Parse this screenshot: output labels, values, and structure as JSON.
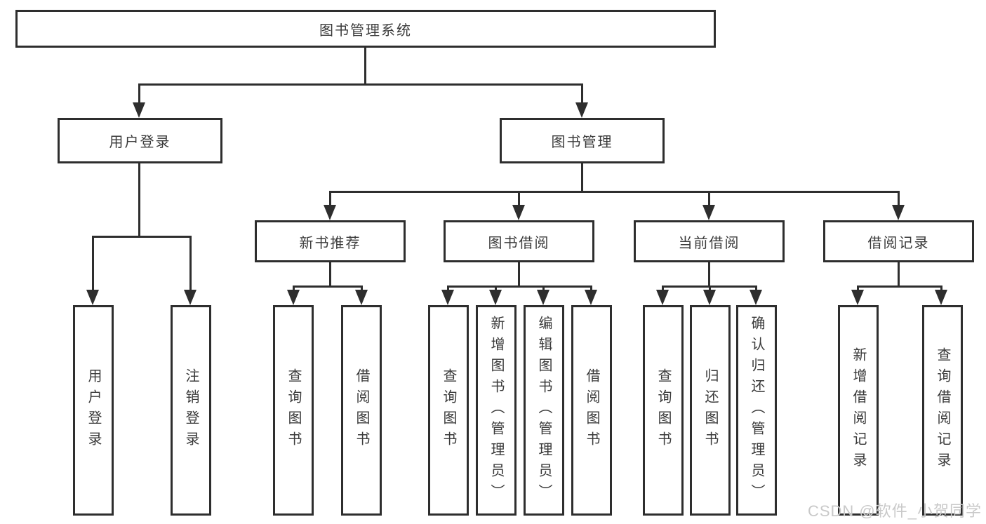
{
  "root": {
    "label": "图书管理系统"
  },
  "level2": [
    "用户登录",
    "图书管理"
  ],
  "level3": [
    "新书推荐",
    "图书借阅",
    "当前借阅",
    "借阅记录"
  ],
  "leaves": {
    "user_login": [
      "用户登录",
      "注销登录"
    ],
    "new_book": [
      "查询图书",
      "借阅图书"
    ],
    "book_borrow": [
      "查询图书",
      "新增图书（管理员）",
      "编辑图书（管理员）",
      "借阅图书"
    ],
    "current_borrow": [
      "查询图书",
      "归还图书",
      "确认归还（管理员）"
    ],
    "borrow_record": [
      "新增借阅记录",
      "查询借阅记录"
    ]
  },
  "watermark": {
    "text": "CSDN @软件_小贺同学"
  },
  "colors": {
    "line": "#2e2e2e",
    "text": "#3a3a3a",
    "watermark": "#c9c9c9",
    "background": "#ffffff"
  }
}
